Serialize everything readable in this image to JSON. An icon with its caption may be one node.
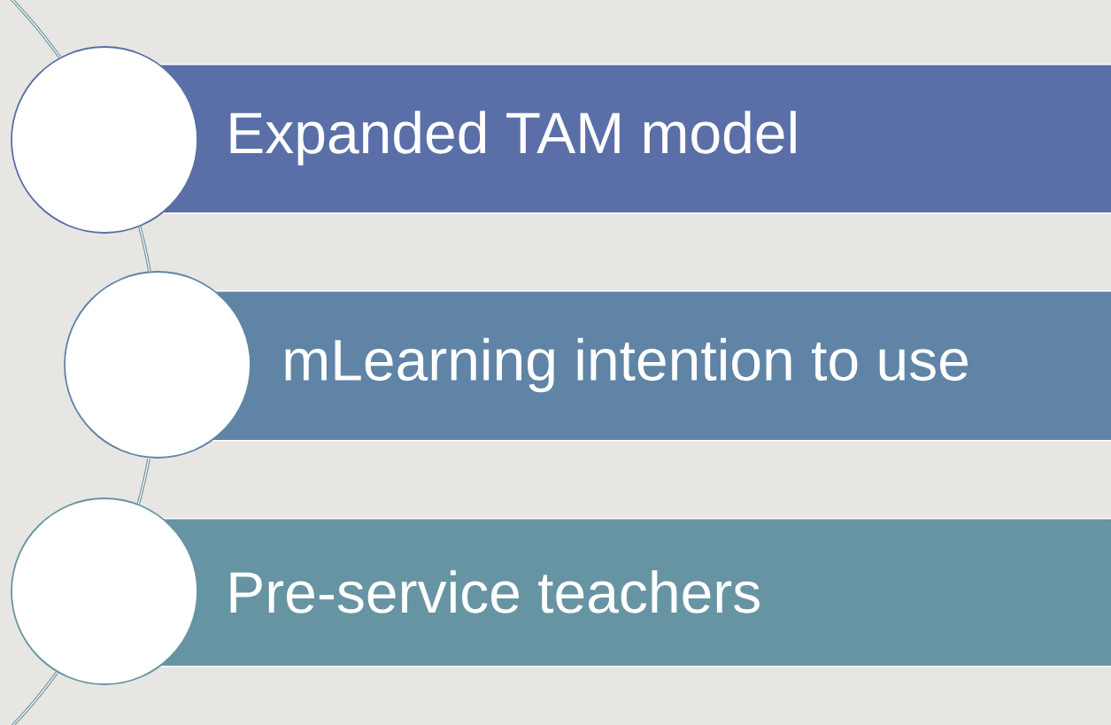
{
  "diagram": {
    "nodes": [
      {
        "text": [
          "Expanded TAM model"
        ]
      },
      {
        "text": [
          "mLearning intention to use"
        ]
      },
      {
        "text": [
          "Pre-service teachers"
        ]
      },
      {
        "text": [],
        "shape": "circle"
      },
      {
        "text": [],
        "shape": "circle"
      },
      {
        "text": [],
        "shape": "circle"
      }
    ],
    "edges": [
      {
        "from": null,
        "to": 3,
        "arrow": "none"
      },
      {
        "from": 3,
        "to": 4,
        "arrow": "none"
      },
      {
        "from": 4,
        "to": 5,
        "arrow": "none"
      },
      {
        "from": 5,
        "to": null,
        "arrow": "none"
      }
    ]
  }
}
